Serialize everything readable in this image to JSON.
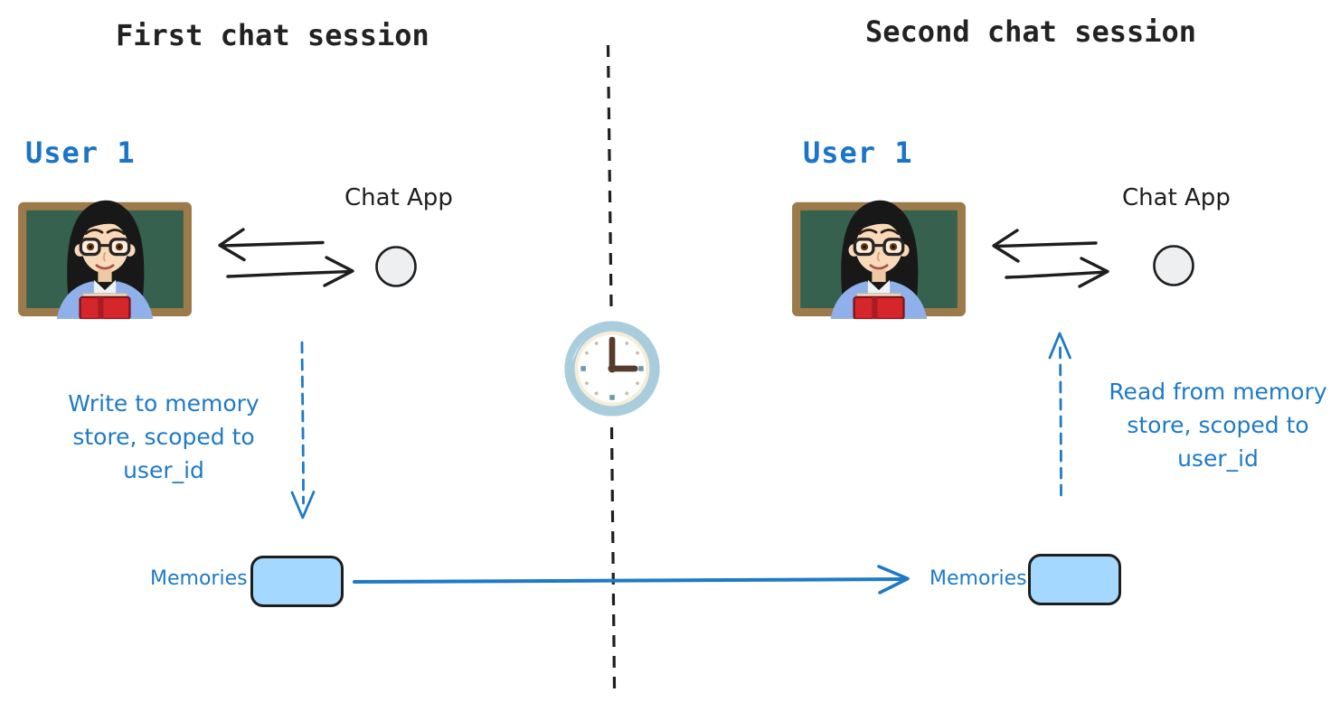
{
  "diagram": {
    "left": {
      "title": "First chat session",
      "user_label": "User 1",
      "user_icon": "woman-teacher-emoji",
      "app_label": "Chat App",
      "note_lines": [
        "Write to memory",
        "store, scoped to",
        "user_id"
      ],
      "memories_label": "Memories"
    },
    "right": {
      "title": "Second chat session",
      "user_label": "User 1",
      "user_icon": "woman-teacher-emoji",
      "app_label": "Chat App",
      "note_lines": [
        "Read from memory",
        "store, scoped to",
        "user_id"
      ],
      "memories_label": "Memories"
    },
    "divider": {
      "icon": "clock-emoji"
    },
    "colors": {
      "accent_blue": "#1f7ac6",
      "memory_box_fill": "#a5d8ff",
      "ink": "#1e1e1e",
      "app_node_fill": "#edeff1"
    }
  }
}
